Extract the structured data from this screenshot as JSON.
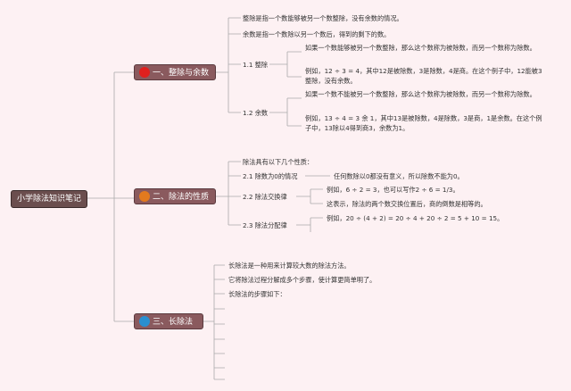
{
  "root": "小学除法知识笔记",
  "colors": {
    "dot1": "#e0201e",
    "dot2": "#e37a1e",
    "dot3": "#2a8fd0"
  },
  "b1": {
    "title": "一、整除与余数",
    "d1": "整除是指一个数能够被另一个数整除，没有余数的情况。",
    "d2": "余数是指一个数除以另一个数后，得到的剩下的数。",
    "s1": {
      "label": "1.1 整除",
      "a": "如果一个数能够被另一个数整除，那么这个数称为被除数，而另一个数称为除数。",
      "b": "例如，12 ÷ 3 = 4，其中12是被除数，3是除数，4是商。在这个例子中，12能被3整除，没有余数。"
    },
    "s2": {
      "label": "1.2 余数",
      "a": "如果一个数不能被另一个数整除，那么这个数称为被除数，而另一个数称为除数。",
      "b": "例如，13 ÷ 4 = 3 余 1，其中13是被除数，4是除数，3是商，1是余数。在这个例子中，13除以4得到商3，余数为1。"
    }
  },
  "b2": {
    "title": "二、除法的性质",
    "intro": "除法具有以下几个性质：",
    "s1": {
      "label": "2.1 除数为0的情况",
      "a": "任何数除以0都没有意义，所以除数不能为0。"
    },
    "s2": {
      "label": "2.2 除法交换律",
      "a": "例如，6 ÷ 2 = 3，也可以写作2 ÷ 6 = 1/3。",
      "b": "这表示，除法的两个数交换位置后，商的倒数是相等的。"
    },
    "s3": {
      "label": "2.3 除法分配律",
      "a": "例如，20 ÷ (4 + 2) = 20 ÷ 4 + 20 ÷ 2 = 5 + 10 = 15。"
    }
  },
  "b3": {
    "title": "三、长除法",
    "a": "长除法是一种用来计算较大数的除法方法。",
    "b": "它将除法过程分解成多个步骤，使计算更简单明了。",
    "c": "长除法的步骤如下："
  }
}
